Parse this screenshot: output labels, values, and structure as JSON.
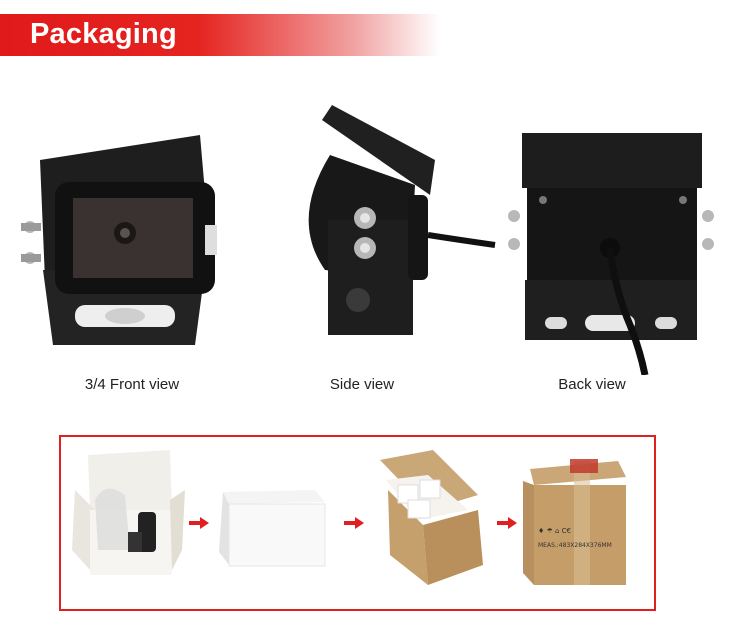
{
  "header": {
    "title": "Packaging",
    "accent_color": "#e01a1a"
  },
  "views": [
    {
      "label": "3/4 Front view"
    },
    {
      "label": "Side view"
    },
    {
      "label": "Back view"
    }
  ],
  "packaging": {
    "frame_color": "#e02020",
    "steps": [
      "open-box-with-camera",
      "white-box",
      "open-carton",
      "sealed-carton"
    ],
    "carton_marking": "MEAS.:483X284X376MM"
  }
}
